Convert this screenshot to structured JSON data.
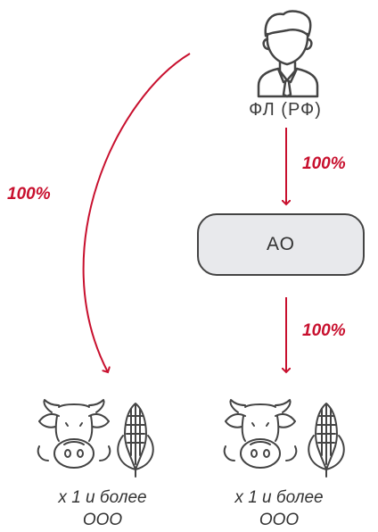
{
  "owner": {
    "label": "ФЛ (РФ)",
    "icon": "businessman-icon"
  },
  "company": {
    "label": "АО"
  },
  "edges": [
    {
      "from": "owner",
      "to": "company",
      "label": "100%"
    },
    {
      "from": "company",
      "to": "subsidiaries-right",
      "label": "100%"
    },
    {
      "from": "owner",
      "to": "subsidiaries-left",
      "label": "100%"
    }
  ],
  "subsidiaries": [
    {
      "id": "subsidiaries-left",
      "line1": "х 1 и более",
      "line2": "ООО",
      "icons": [
        "cow-icon",
        "corn-icon"
      ]
    },
    {
      "id": "subsidiaries-right",
      "line1": "х 1 и более",
      "line2": "ООО",
      "icons": [
        "cow-icon",
        "corn-icon"
      ]
    }
  ],
  "colors": {
    "arrow": "#c8102e",
    "stroke": "#444444",
    "box_fill": "#e8e9ec"
  }
}
